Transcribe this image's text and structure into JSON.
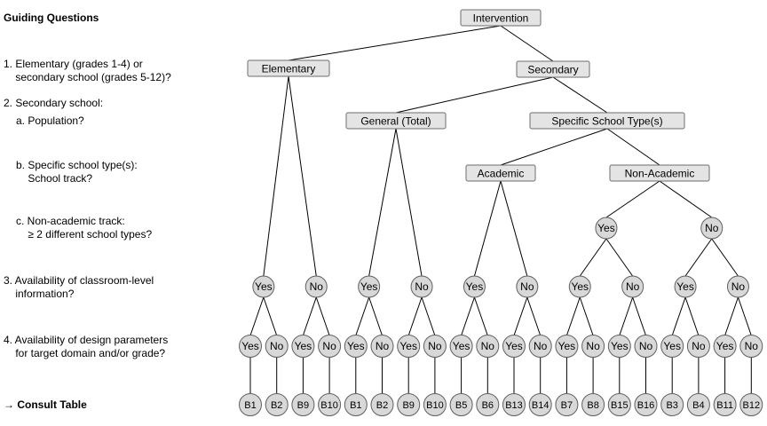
{
  "questions": {
    "heading": "Guiding Questions",
    "q1": "1. Elementary (grades 1-4) or\n    secondary school (grades 5-12)?",
    "q2": "2. Secondary school:",
    "q2a": "a. Population?",
    "q2b": "b. Specific school type(s):\n    School track?",
    "q2c": "c. Non-academic track:\n    ≥ 2 different school types?",
    "q3": "3. Availability of classroom-level\n    information?",
    "q4": "4. Availability of design parameters\n    for target domain and/or grade?",
    "consult": "→ Consult Table"
  },
  "tree": {
    "root": "Intervention",
    "elementary": "Elementary",
    "secondary": "Secondary",
    "general": "General (Total)",
    "specific": "Specific School Type(s)",
    "academic": "Academic",
    "non_academic": "Non-Academic",
    "level_c": [
      "Yes",
      "No"
    ],
    "level_3": [
      "Yes",
      "No",
      "Yes",
      "No",
      "Yes",
      "No",
      "Yes",
      "No",
      "Yes",
      "No"
    ],
    "level_4": [
      "Yes",
      "No",
      "Yes",
      "No",
      "Yes",
      "No",
      "Yes",
      "No",
      "Yes",
      "No",
      "Yes",
      "No",
      "Yes",
      "No",
      "Yes",
      "No",
      "Yes",
      "No",
      "Yes",
      "No"
    ],
    "tables": [
      "B1",
      "B2",
      "B9",
      "B10",
      "B1",
      "B2",
      "B9",
      "B10",
      "B5",
      "B6",
      "B13",
      "B14",
      "B7",
      "B8",
      "B15",
      "B16",
      "B3",
      "B4",
      "B11",
      "B12"
    ]
  },
  "colors": {
    "box_fill": "#e4e4e4",
    "box_stroke": "#6e6e6e",
    "circle_fill": "#d8d8d8",
    "circle_stroke": "#606060",
    "line": "#000000"
  }
}
